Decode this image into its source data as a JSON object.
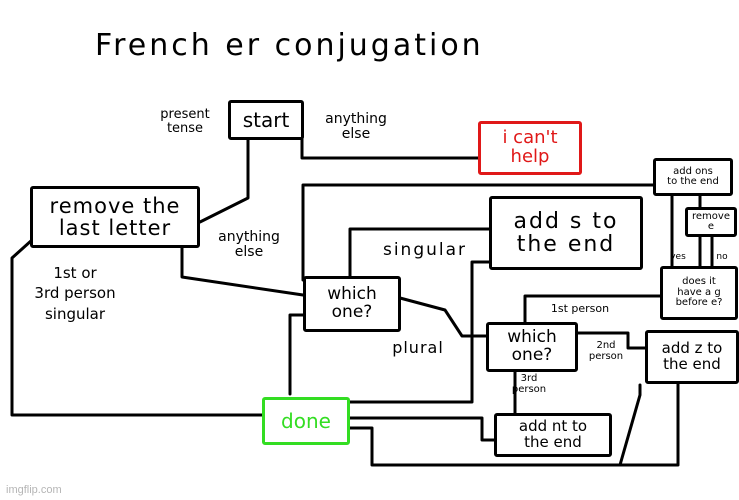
{
  "title": "French  er conjugation",
  "colors": {
    "ink": "#000000",
    "error": "#e01818",
    "done": "#33dd22",
    "watermark": "#b5b5b5"
  },
  "nodes": {
    "start": "start",
    "help": "i can't\nhelp",
    "remove_last": "remove the\nlast letter",
    "which_one_1": "which\none?",
    "add_s": "add s to\nthe end",
    "which_one_2": "which\none?",
    "add_z": "add z to\nthe end",
    "add_nt": "add nt to\nthe end",
    "done": "done",
    "add_ons": "add ons\nto the end",
    "remove_e": "remove\ne",
    "does_it": "does it\nhave a g\nbefore e?"
  },
  "labels": {
    "present_tense": "present\ntense",
    "anything_else_1": "anything\nelse",
    "anything_else_2": "anything\nelse",
    "first_third": "1st or\n3rd person\nsingular",
    "singular": "singular",
    "plural": "plural",
    "first_person": "1st person",
    "second_person": "2nd\nperson",
    "third_person": "3rd\nperson",
    "yes": "yes",
    "no": "no"
  },
  "watermark": "imgflip.com"
}
